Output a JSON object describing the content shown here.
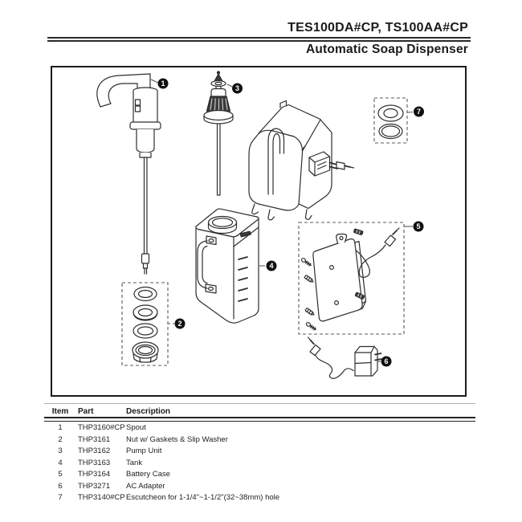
{
  "header": {
    "model": "TES100DA#CP, TS100AA#CP",
    "product": "Automatic Soap Dispenser"
  },
  "diagram": {
    "callouts": [
      "1",
      "2",
      "3",
      "4",
      "5",
      "6",
      "7"
    ]
  },
  "table": {
    "columns": [
      "Item",
      "Part",
      "Description"
    ],
    "rows": [
      {
        "item": "1",
        "part": "THP3160#CP",
        "description": "Spout"
      },
      {
        "item": "2",
        "part": "THP3161",
        "description": "Nut w/ Gaskets & Slip Washer"
      },
      {
        "item": "3",
        "part": "THP3162",
        "description": "Pump Unit"
      },
      {
        "item": "4",
        "part": "THP3163",
        "description": "Tank"
      },
      {
        "item": "5",
        "part": "THP3164",
        "description": "Battery Case"
      },
      {
        "item": "6",
        "part": "THP3271",
        "description": "AC Adapter"
      },
      {
        "item": "7",
        "part": "THP3140#CP",
        "description": "Escutcheon for 1-1/4\"~1-1/2\"(32~38mm) hole"
      }
    ]
  },
  "colors": {
    "ink": "#1a1a1a",
    "line_art": "#2e2e2e",
    "dashed_box": "#5a5a5a",
    "callout_bg": "#101010",
    "callout_text": "#ffffff"
  }
}
